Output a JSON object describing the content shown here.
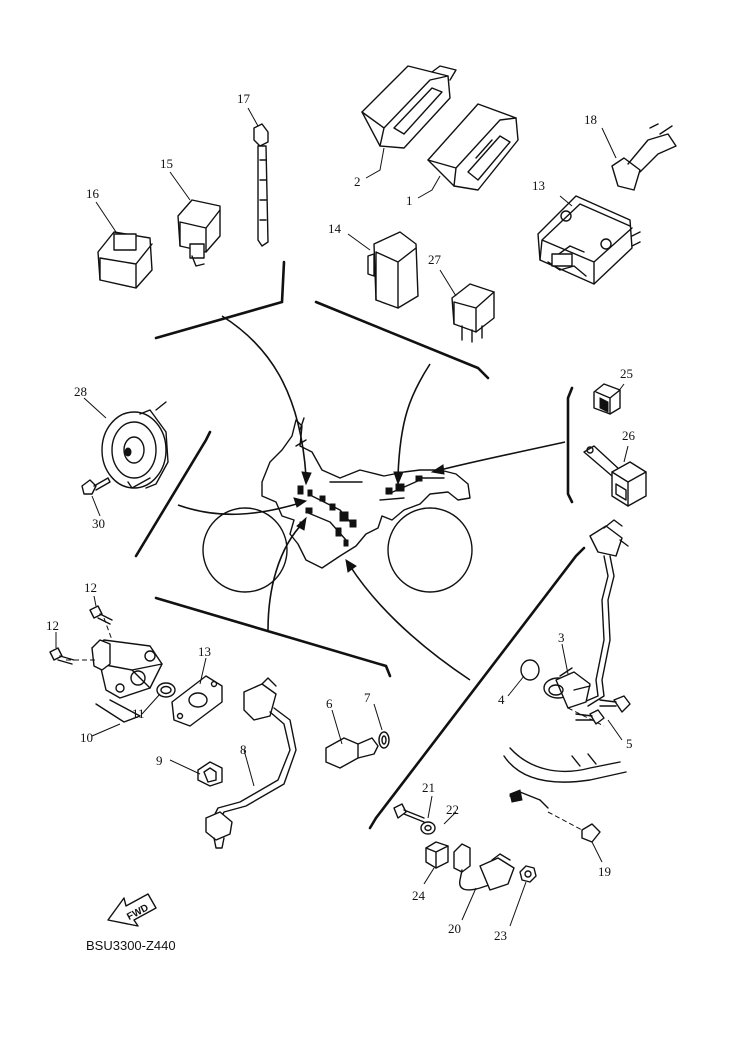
{
  "diagram": {
    "code": "BSU3300-Z440",
    "fwd_label": "FWD",
    "labels": [
      {
        "id": "1",
        "text": "1"
      },
      {
        "id": "2",
        "text": "2"
      },
      {
        "id": "3",
        "text": "3"
      },
      {
        "id": "4",
        "text": "4"
      },
      {
        "id": "5",
        "text": "5"
      },
      {
        "id": "6",
        "text": "6"
      },
      {
        "id": "7",
        "text": "7"
      },
      {
        "id": "8",
        "text": "8"
      },
      {
        "id": "9",
        "text": "9"
      },
      {
        "id": "10",
        "text": "10"
      },
      {
        "id": "11",
        "text": "11"
      },
      {
        "id": "12a",
        "text": "12"
      },
      {
        "id": "12b",
        "text": "12"
      },
      {
        "id": "13",
        "text": "13"
      },
      {
        "id": "14",
        "text": "14"
      },
      {
        "id": "15",
        "text": "15"
      },
      {
        "id": "16",
        "text": "16"
      },
      {
        "id": "17",
        "text": "17"
      },
      {
        "id": "18",
        "text": "18"
      },
      {
        "id": "19",
        "text": "19"
      },
      {
        "id": "20",
        "text": "20"
      },
      {
        "id": "21",
        "text": "21"
      },
      {
        "id": "22",
        "text": "22"
      },
      {
        "id": "23",
        "text": "23"
      },
      {
        "id": "24",
        "text": "24"
      },
      {
        "id": "25",
        "text": "25"
      },
      {
        "id": "26",
        "text": "26"
      },
      {
        "id": "27",
        "text": "27"
      },
      {
        "id": "28",
        "text": "28"
      },
      {
        "id": "29",
        "text": "29"
      },
      {
        "id": "30",
        "text": "30"
      }
    ]
  }
}
